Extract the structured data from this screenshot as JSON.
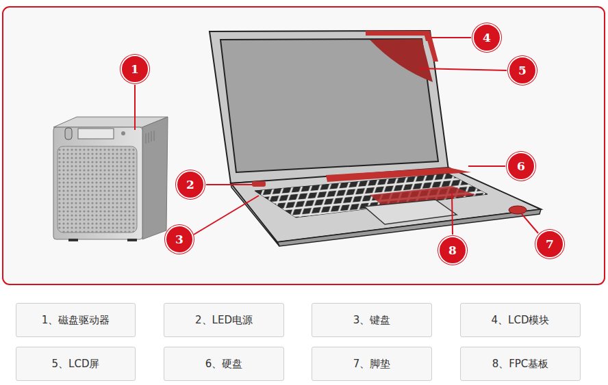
{
  "diagram": {
    "nodes": [
      {
        "text": [
          "1"
        ]
      },
      {
        "text": [
          "2"
        ]
      },
      {
        "text": [
          "3"
        ]
      },
      {
        "text": [
          "4"
        ]
      },
      {
        "text": [
          "5"
        ]
      },
      {
        "text": [
          "6"
        ]
      },
      {
        "text": [
          "7"
        ]
      },
      {
        "text": [
          "8"
        ]
      },
      {
        "text": [
          "1、磁盘驱动器"
        ]
      },
      {
        "text": [
          "2、LED电源"
        ]
      },
      {
        "text": [
          "3、键盘"
        ]
      },
      {
        "text": [
          "4、LCD模块"
        ]
      },
      {
        "text": [
          "5、LCD屏"
        ]
      },
      {
        "text": [
          "6、硬盘"
        ]
      },
      {
        "text": [
          "7、脚垫"
        ]
      },
      {
        "text": [
          "8、FPC基板"
        ]
      }
    ]
  }
}
